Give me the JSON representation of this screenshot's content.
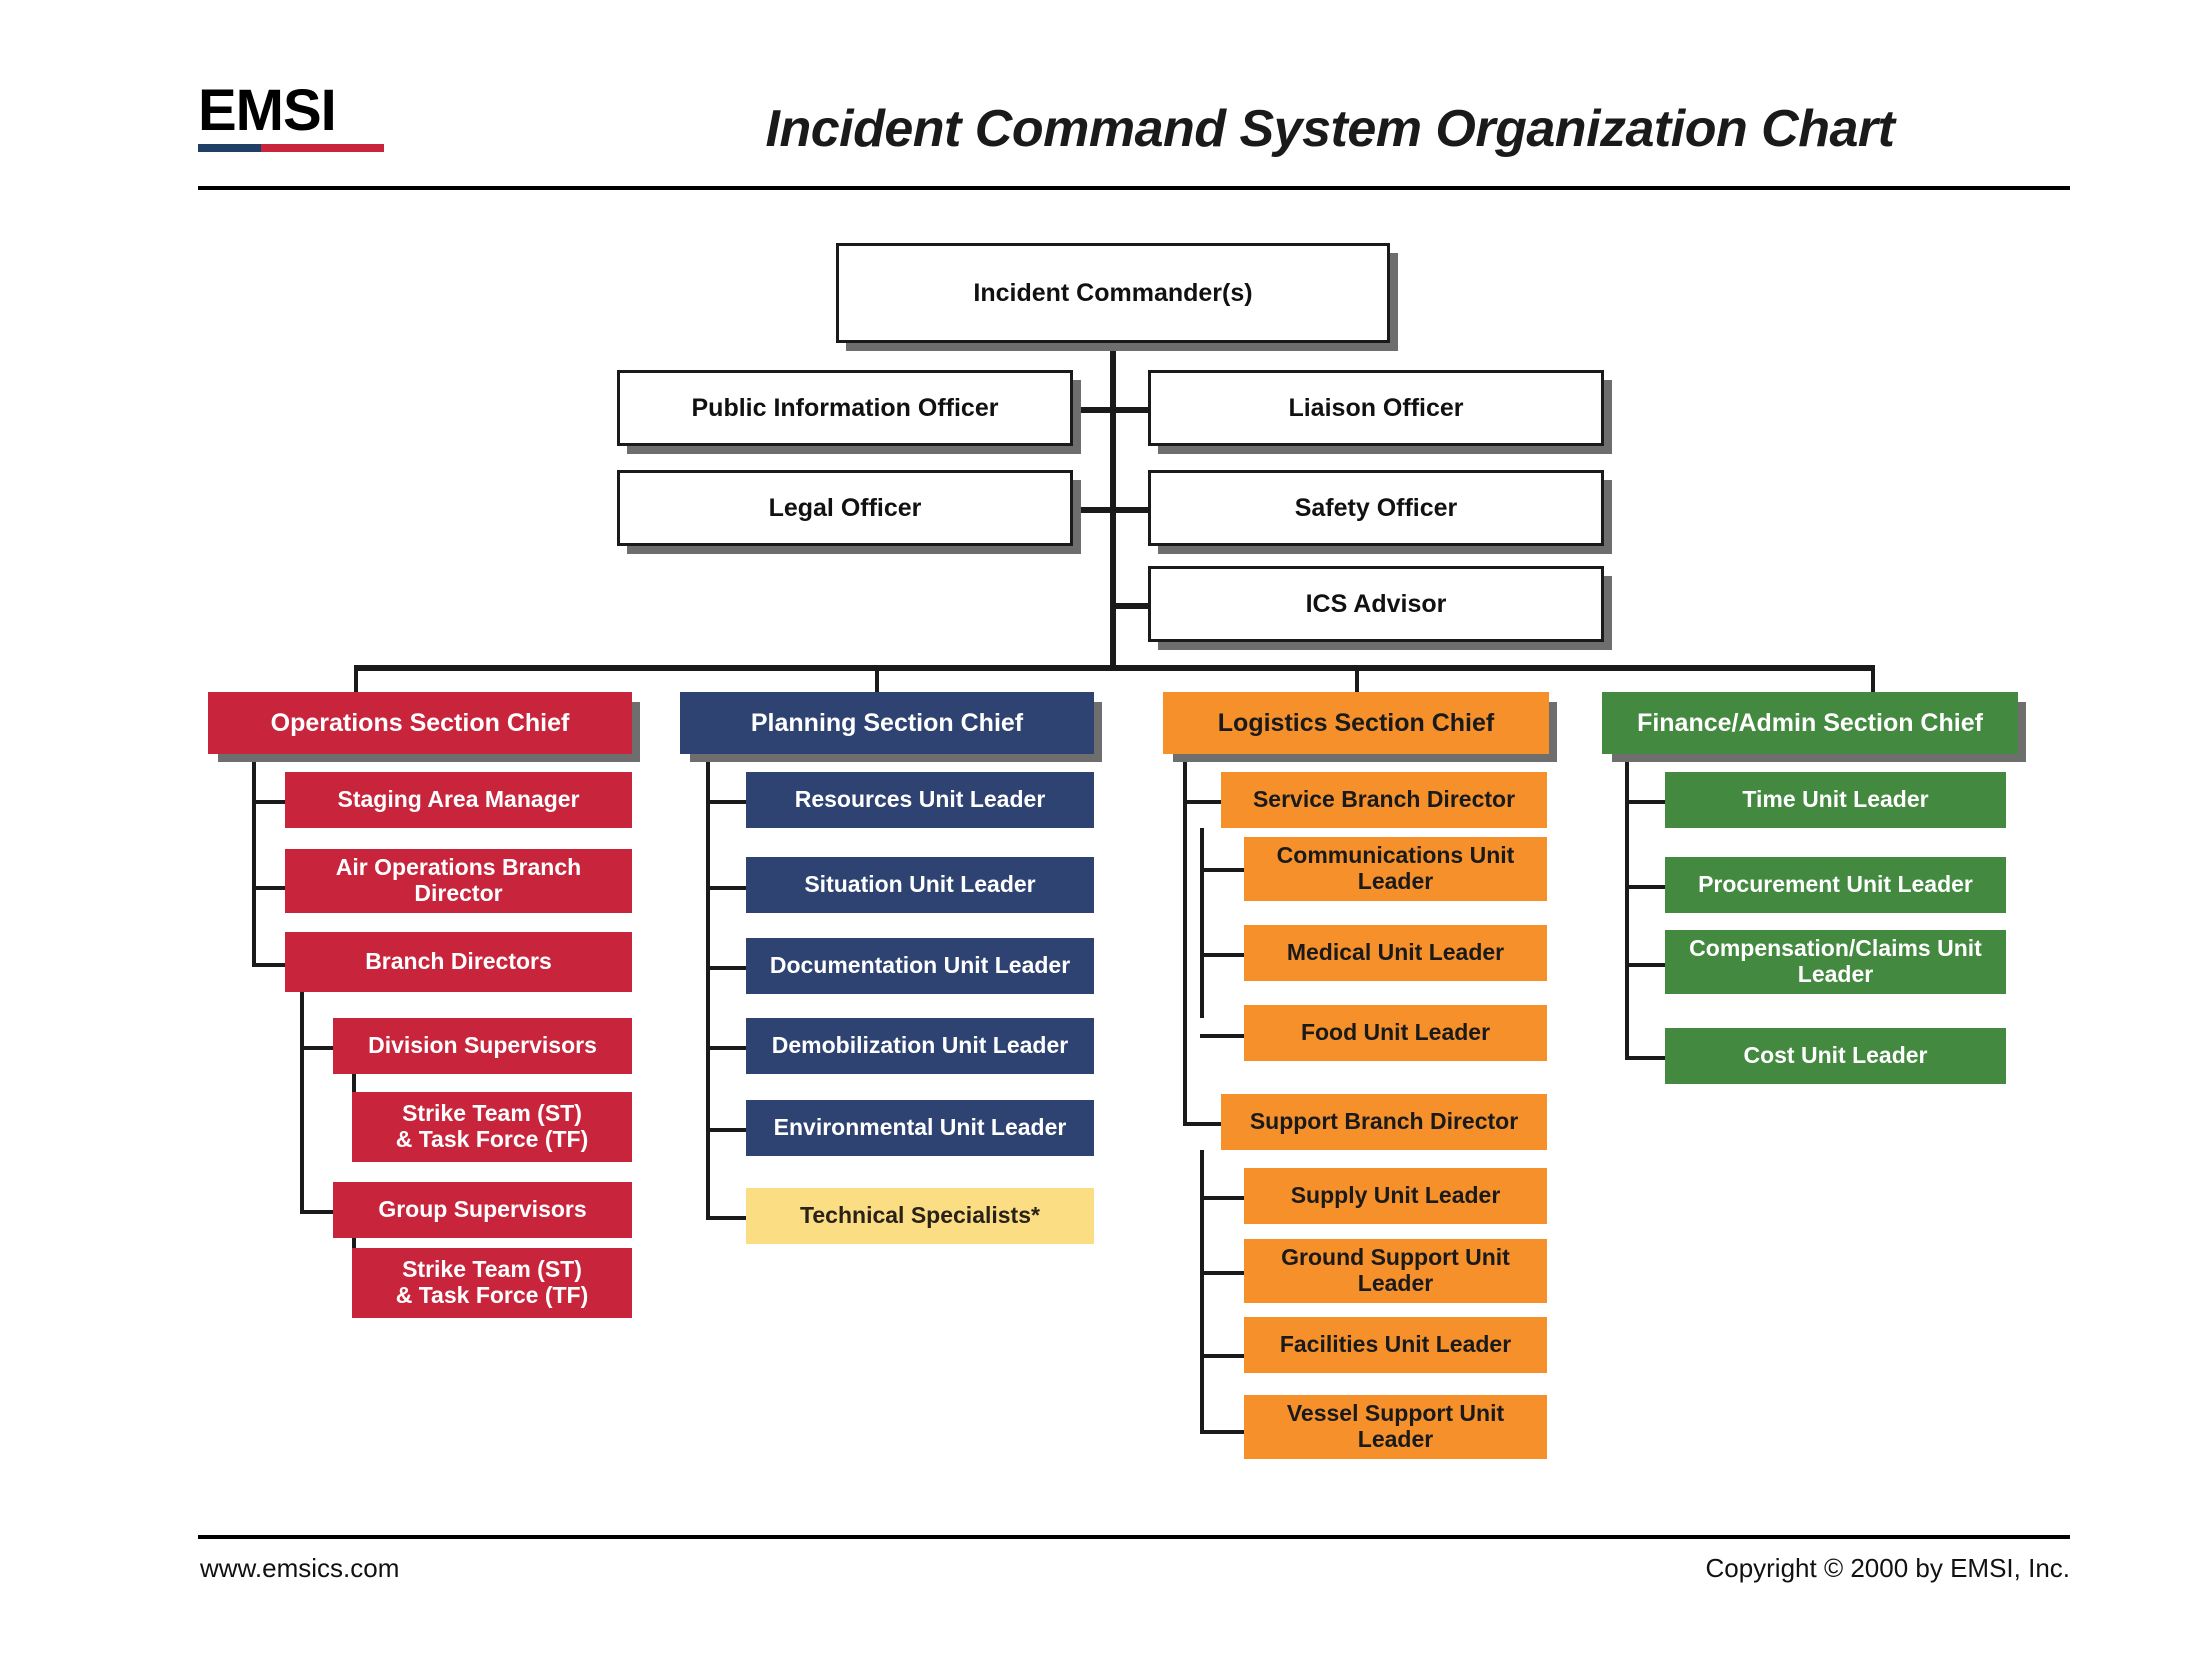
{
  "header": {
    "logo_text": "EMSI",
    "logo_blue": "#1f3f66",
    "logo_red": "#c8253c",
    "title": "Incident Command System Organization Chart"
  },
  "footer": {
    "website": "www.emsics.com",
    "copyright": "Copyright © 2000 by EMSI, Inc."
  },
  "palette": {
    "operations_red": "#c8253c",
    "planning_navy": "#2e4372",
    "logistics_orange": "#f5902b",
    "finance_green": "#43893f",
    "technical_yellow": "#fbde84",
    "command_white": "#ffffff",
    "line_black": "#1a1a1a",
    "shadow_gray": "#6e6e6e"
  },
  "command": {
    "incident_commander": "Incident Commander(s)",
    "public_information_officer": "Public Information Officer",
    "liaison_officer": "Liaison Officer",
    "legal_officer": "Legal Officer",
    "safety_officer": "Safety Officer",
    "ics_advisor": "ICS Advisor"
  },
  "sections": {
    "operations": {
      "chief": "Operations Section Chief",
      "staging_area_manager": "Staging Area Manager",
      "air_operations_branch_director": "Air Operations Branch Director",
      "branch_directors": "Branch Directors",
      "division_supervisors": "Division Supervisors",
      "division_strike_team": "Strike Team (ST)\n& Task Force (TF)",
      "group_supervisors": "Group Supervisors",
      "group_strike_team": "Strike Team (ST)\n& Task Force (TF)"
    },
    "planning": {
      "chief": "Planning Section Chief",
      "resources_unit_leader": "Resources Unit Leader",
      "situation_unit_leader": "Situation Unit Leader",
      "documentation_unit_leader": "Documentation Unit Leader",
      "demobilization_unit_leader": "Demobilization Unit Leader",
      "environmental_unit_leader": "Environmental Unit Leader",
      "technical_specialists": "Technical Specialists*"
    },
    "logistics": {
      "chief": "Logistics Section Chief",
      "service_branch_director": "Service Branch Director",
      "communications_unit_leader": "Communications Unit Leader",
      "medical_unit_leader": "Medical Unit Leader",
      "food_unit_leader": "Food Unit Leader",
      "support_branch_director": "Support Branch Director",
      "supply_unit_leader": "Supply Unit Leader",
      "ground_support_unit_leader": "Ground Support Unit Leader",
      "facilities_unit_leader": "Facilities Unit Leader",
      "vessel_support_unit_leader": "Vessel Support Unit Leader"
    },
    "finance": {
      "chief": "Finance/Admin Section Chief",
      "time_unit_leader": "Time Unit Leader",
      "procurement_unit_leader": "Procurement Unit Leader",
      "compensation_claims_unit_leader": "Compensation/Claims Unit Leader",
      "cost_unit_leader": "Cost Unit Leader"
    }
  },
  "chart_data": {
    "type": "diagram",
    "title": "Incident Command System Organization Chart",
    "root": "Incident Commander(s)",
    "nodes": [
      {
        "label": "Incident Commander(s)",
        "parent": null,
        "color": "#ffffff",
        "level": 0
      },
      {
        "label": "Public Information Officer",
        "parent": "Incident Commander(s)",
        "color": "#ffffff",
        "level": 1
      },
      {
        "label": "Liaison Officer",
        "parent": "Incident Commander(s)",
        "color": "#ffffff",
        "level": 1
      },
      {
        "label": "Legal Officer",
        "parent": "Incident Commander(s)",
        "color": "#ffffff",
        "level": 1
      },
      {
        "label": "Safety Officer",
        "parent": "Incident Commander(s)",
        "color": "#ffffff",
        "level": 1
      },
      {
        "label": "ICS Advisor",
        "parent": "Incident Commander(s)",
        "color": "#ffffff",
        "level": 1
      },
      {
        "label": "Operations Section Chief",
        "parent": "Incident Commander(s)",
        "color": "#c8253c",
        "level": 2
      },
      {
        "label": "Staging Area Manager",
        "parent": "Operations Section Chief",
        "color": "#c8253c",
        "level": 3
      },
      {
        "label": "Air Operations Branch Director",
        "parent": "Operations Section Chief",
        "color": "#c8253c",
        "level": 3
      },
      {
        "label": "Branch Directors",
        "parent": "Operations Section Chief",
        "color": "#c8253c",
        "level": 3
      },
      {
        "label": "Division Supervisors",
        "parent": "Branch Directors",
        "color": "#c8253c",
        "level": 4
      },
      {
        "label": "Strike Team (ST) & Task Force (TF)",
        "parent": "Division Supervisors",
        "color": "#c8253c",
        "level": 5
      },
      {
        "label": "Group Supervisors",
        "parent": "Branch Directors",
        "color": "#c8253c",
        "level": 4
      },
      {
        "label": "Strike Team (ST) & Task Force (TF)",
        "parent": "Group Supervisors",
        "color": "#c8253c",
        "level": 5
      },
      {
        "label": "Planning Section Chief",
        "parent": "Incident Commander(s)",
        "color": "#2e4372",
        "level": 2
      },
      {
        "label": "Resources Unit Leader",
        "parent": "Planning Section Chief",
        "color": "#2e4372",
        "level": 3
      },
      {
        "label": "Situation Unit Leader",
        "parent": "Planning Section Chief",
        "color": "#2e4372",
        "level": 3
      },
      {
        "label": "Documentation Unit Leader",
        "parent": "Planning Section Chief",
        "color": "#2e4372",
        "level": 3
      },
      {
        "label": "Demobilization Unit Leader",
        "parent": "Planning Section Chief",
        "color": "#2e4372",
        "level": 3
      },
      {
        "label": "Environmental Unit Leader",
        "parent": "Planning Section Chief",
        "color": "#2e4372",
        "level": 3
      },
      {
        "label": "Technical Specialists*",
        "parent": "Planning Section Chief",
        "color": "#fbde84",
        "level": 3
      },
      {
        "label": "Logistics Section Chief",
        "parent": "Incident Commander(s)",
        "color": "#f5902b",
        "level": 2
      },
      {
        "label": "Service Branch Director",
        "parent": "Logistics Section Chief",
        "color": "#f5902b",
        "level": 3
      },
      {
        "label": "Communications Unit Leader",
        "parent": "Service Branch Director",
        "color": "#f5902b",
        "level": 4
      },
      {
        "label": "Medical Unit Leader",
        "parent": "Service Branch Director",
        "color": "#f5902b",
        "level": 4
      },
      {
        "label": "Food Unit Leader",
        "parent": "Service Branch Director",
        "color": "#f5902b",
        "level": 4
      },
      {
        "label": "Support Branch Director",
        "parent": "Logistics Section Chief",
        "color": "#f5902b",
        "level": 3
      },
      {
        "label": "Supply Unit Leader",
        "parent": "Support Branch Director",
        "color": "#f5902b",
        "level": 4
      },
      {
        "label": "Ground Support Unit Leader",
        "parent": "Support Branch Director",
        "color": "#f5902b",
        "level": 4
      },
      {
        "label": "Facilities Unit Leader",
        "parent": "Support Branch Director",
        "color": "#f5902b",
        "level": 4
      },
      {
        "label": "Vessel Support Unit Leader",
        "parent": "Support Branch Director",
        "color": "#f5902b",
        "level": 4
      },
      {
        "label": "Finance/Admin Section Chief",
        "parent": "Incident Commander(s)",
        "color": "#43893f",
        "level": 2
      },
      {
        "label": "Time Unit Leader",
        "parent": "Finance/Admin Section Chief",
        "color": "#43893f",
        "level": 3
      },
      {
        "label": "Procurement Unit Leader",
        "parent": "Finance/Admin Section Chief",
        "color": "#43893f",
        "level": 3
      },
      {
        "label": "Compensation/Claims Unit Leader",
        "parent": "Finance/Admin Section Chief",
        "color": "#43893f",
        "level": 3
      },
      {
        "label": "Cost Unit Leader",
        "parent": "Finance/Admin Section Chief",
        "color": "#43893f",
        "level": 3
      }
    ]
  }
}
